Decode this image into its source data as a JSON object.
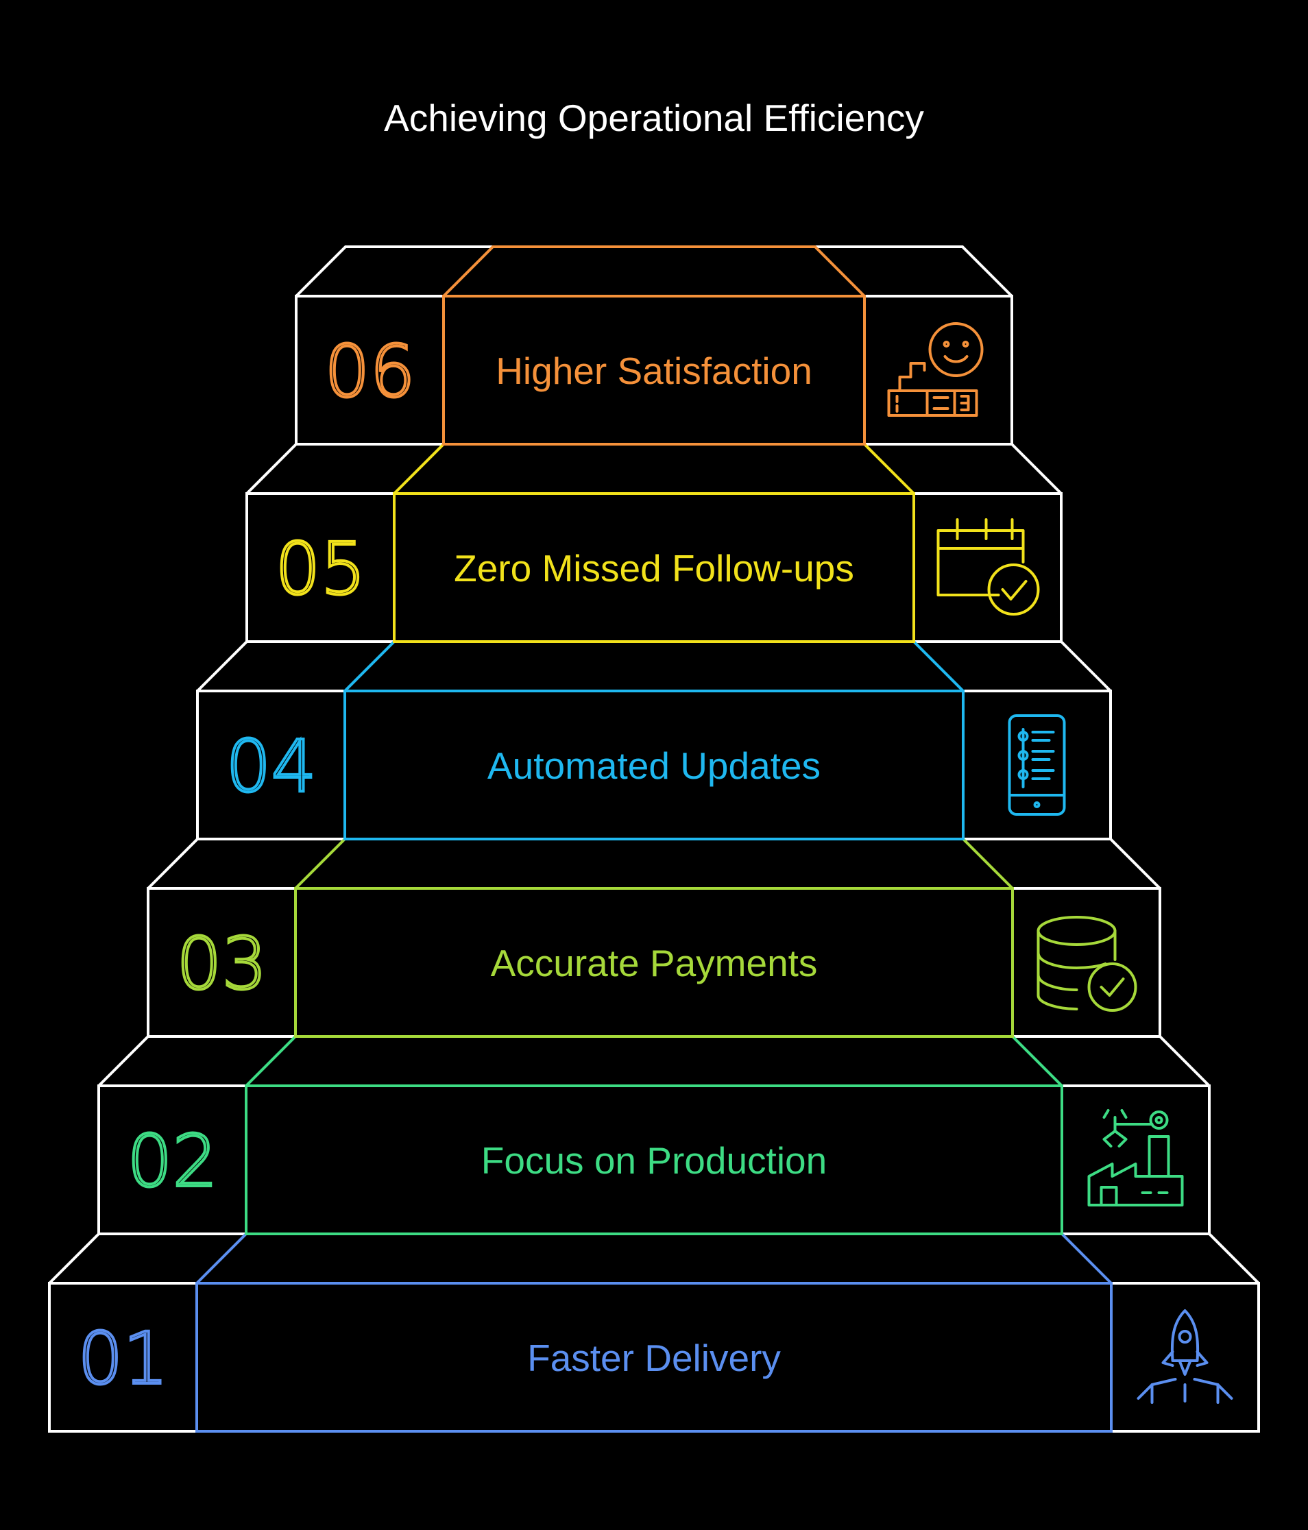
{
  "title": "Achieving Operational Efficiency",
  "steps": [
    {
      "number": "01",
      "label": "Faster Delivery",
      "color": "#5b8ff0",
      "icon": "rocket-launch-icon"
    },
    {
      "number": "02",
      "label": "Focus on Production",
      "color": "#3ddc84",
      "icon": "factory-robot-arm-icon"
    },
    {
      "number": "03",
      "label": "Accurate Payments",
      "color": "#a6d93a",
      "icon": "database-check-icon"
    },
    {
      "number": "04",
      "label": "Automated Updates",
      "color": "#1fb8f0",
      "icon": "mobile-checklist-icon"
    },
    {
      "number": "05",
      "label": "Zero Missed Follow-ups",
      "color": "#f2e21b",
      "icon": "calendar-check-icon"
    },
    {
      "number": "06",
      "label": "Higher Satisfaction",
      "color": "#f5913a",
      "icon": "smiley-rating-icon"
    }
  ],
  "outline_color": "#ffffff"
}
